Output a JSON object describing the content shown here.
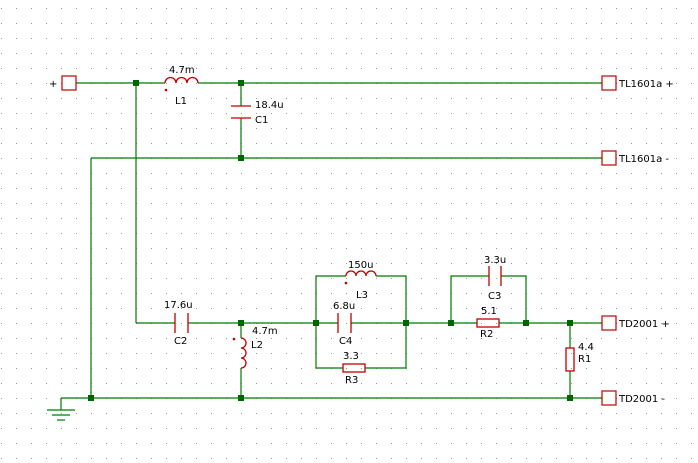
{
  "colors": {
    "wire": "#007a00",
    "component": "#c00000",
    "junction": "#006400",
    "grid_dot": "#9a9a9a",
    "text": "#000000",
    "background": "#ffffff"
  },
  "ports": {
    "input_plus": "+",
    "tl1601a_plus": "TL1601a +",
    "tl1601a_minus": "TL1601a -",
    "td2001_plus": "TD2001 +",
    "td2001_minus": "TD2001 -"
  },
  "components": {
    "L1": {
      "ref": "L1",
      "value": "4.7m"
    },
    "C1": {
      "ref": "C1",
      "value": "18.4u"
    },
    "C2": {
      "ref": "C2",
      "value": "17.6u"
    },
    "L2": {
      "ref": "L2",
      "value": "4.7m"
    },
    "L3": {
      "ref": "L3",
      "value": "150u"
    },
    "C4": {
      "ref": "C4",
      "value": "6.8u"
    },
    "R3": {
      "ref": "R3",
      "value": "3.3"
    },
    "C3": {
      "ref": "C3",
      "value": "3.3u"
    },
    "R2": {
      "ref": "R2",
      "value": "5.1"
    },
    "R1": {
      "ref": "R1",
      "value": "4.4"
    }
  },
  "icons": {
    "ground": "ground-icon"
  }
}
